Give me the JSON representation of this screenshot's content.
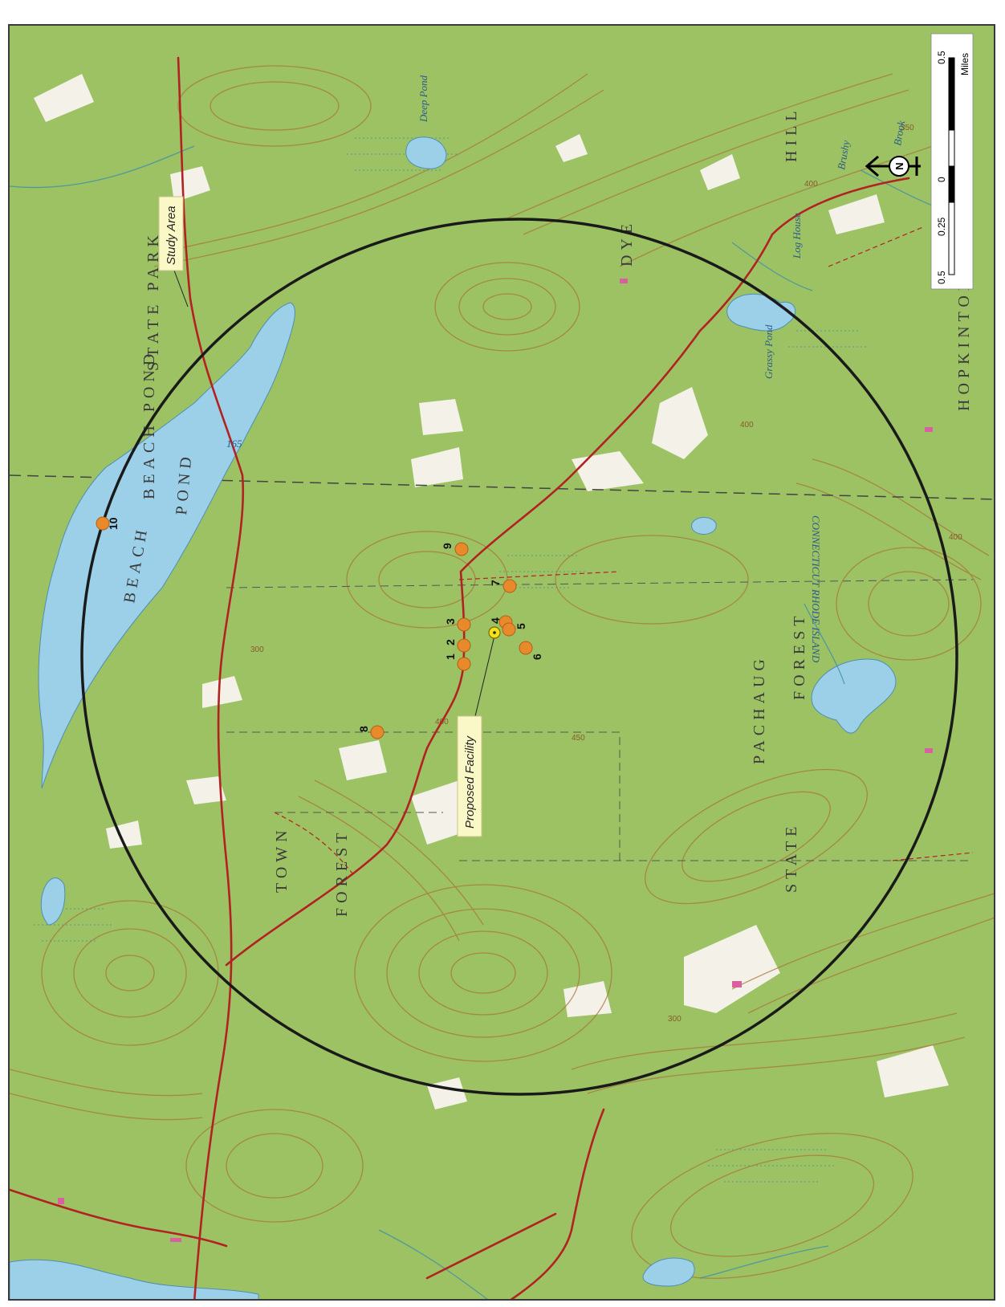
{
  "callouts": {
    "study_area": "Study Area",
    "proposed_facility": "Proposed Facility"
  },
  "sites": [
    {
      "label": "1"
    },
    {
      "label": "2"
    },
    {
      "label": "3"
    },
    {
      "label": "4"
    },
    {
      "label": "5"
    },
    {
      "label": "6"
    },
    {
      "label": "7"
    },
    {
      "label": "8"
    },
    {
      "label": "9"
    },
    {
      "label": "10"
    }
  ],
  "scale_bar": {
    "ticks": [
      "0.5",
      "0.25",
      "0",
      "0.5"
    ],
    "unit": "Miles"
  },
  "north_arrow": {
    "letter": "N"
  },
  "base_map_labels": {
    "pond_large": "BEACH POND",
    "pond_small_1": "BEACH",
    "pond_small_2": "POND",
    "state_park": "STATE PARK",
    "beach_pond_road": "BEACH POND",
    "pachaug": "PACHAUG",
    "state_forest_1": "STATE",
    "state_forest_2": "FOREST",
    "forest_right": "FOREST",
    "hill": "HILL",
    "dye": "DYE",
    "voluntown": "TOWN",
    "hopkinton": "HOPKINTON",
    "state_line": "CONNECTICUT RHODE ISLAND",
    "deep_pond": "Deep Pond",
    "grassy_pond": "Grassy Pond",
    "log_house": "Log House",
    "brushy_brook": "Brushy",
    "brook": "Brook",
    "route_165": "165"
  },
  "colors": {
    "land": "#9cc264",
    "water": "#9cd0e8",
    "road": "#b22222",
    "contour": "#a8743a",
    "site_marker": "#e8892c",
    "facility_marker": "#f5e11a",
    "radius_circle": "#1a1a1a"
  }
}
